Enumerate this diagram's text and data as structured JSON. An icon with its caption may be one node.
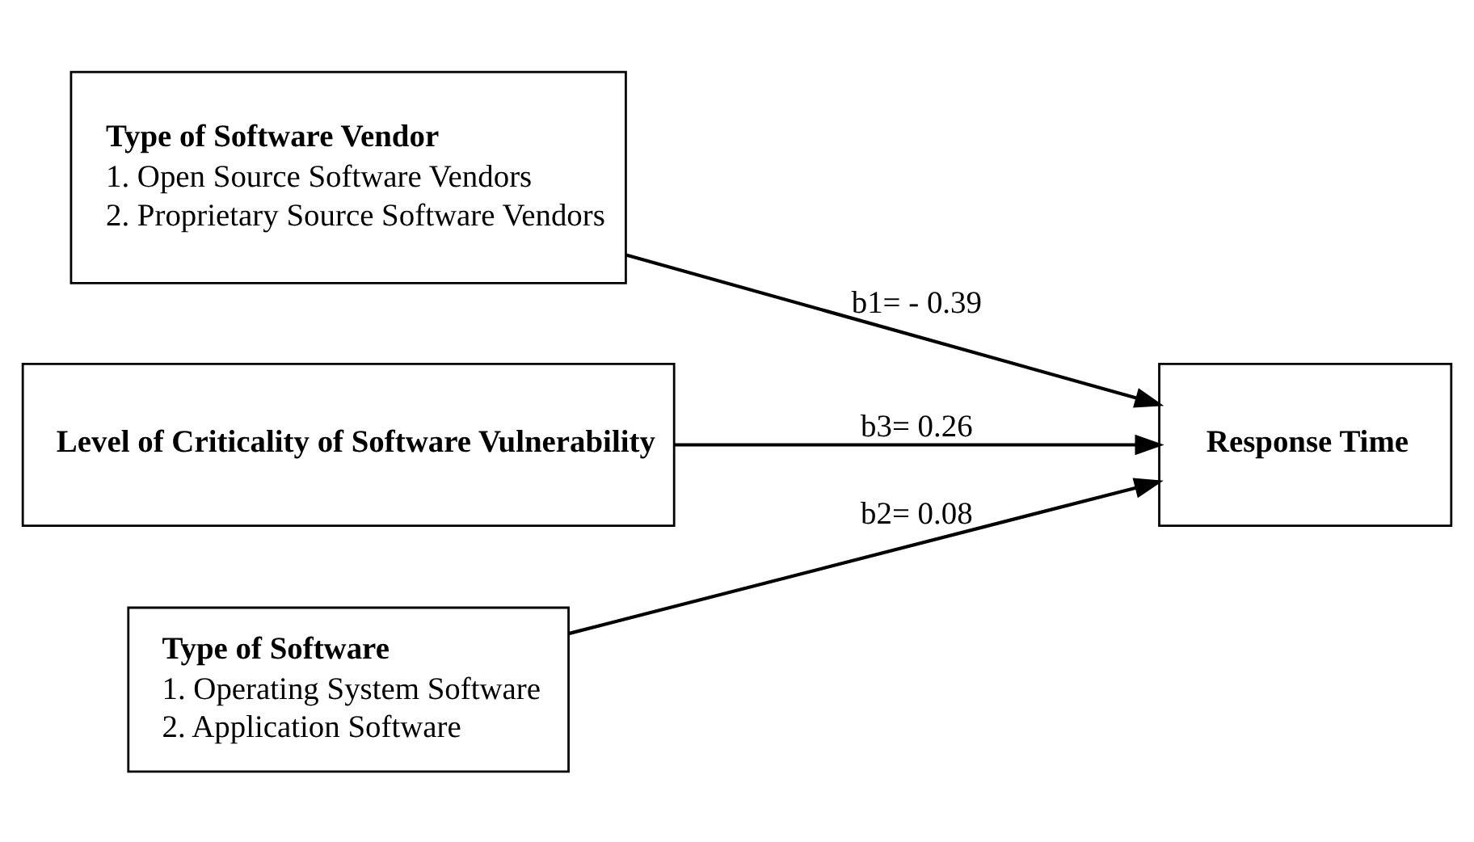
{
  "diagram": {
    "nodes": [
      {
        "text": [
          "Type of Software Vendor",
          "1. Open Source Software Vendors",
          "2. Proprietary Source Software Vendors"
        ]
      },
      {
        "text": [
          "Level of Criticality of Software Vulnerability"
        ]
      },
      {
        "text": [
          "Type of Software",
          "1. Operating System Software",
          "2. Application Software"
        ]
      },
      {
        "text": [
          "Response Time"
        ]
      }
    ],
    "edges": [
      {
        "from": 0,
        "to": 3,
        "arrow": "to",
        "label": "b1= - 0.39"
      },
      {
        "from": 1,
        "to": 3,
        "arrow": "to",
        "label": "b3= 0.26"
      },
      {
        "from": 2,
        "to": 3,
        "arrow": "to",
        "label": "b2= 0.08"
      }
    ]
  }
}
